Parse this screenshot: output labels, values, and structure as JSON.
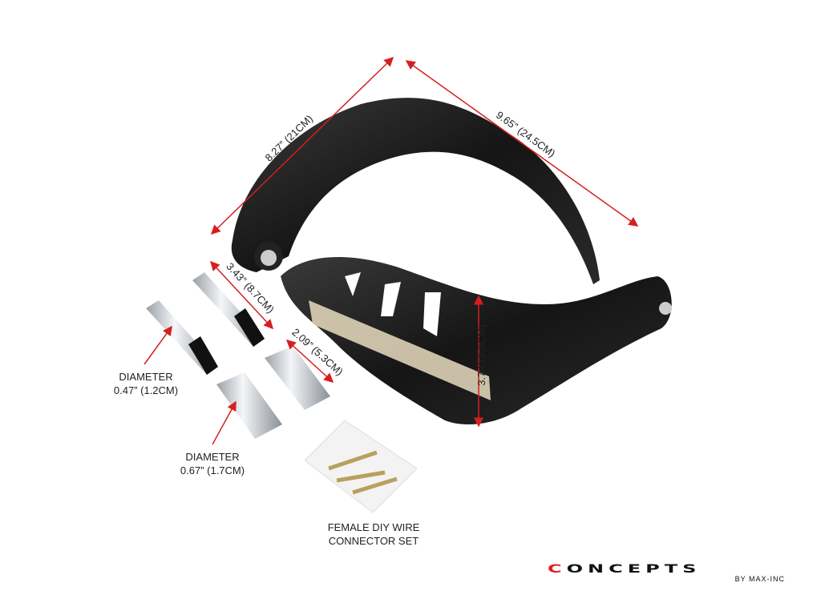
{
  "dimensions": {
    "guard_length": "8.27” (21CM)",
    "guard_width": "9.65” (24.5CM)",
    "bolt_length": "3.43” (8.7CM)",
    "sleeve_length": "2.09” (5.3CM)",
    "guard_height": "3.74”(9.5CM)"
  },
  "captions": {
    "bolt_title": "DIAMETER",
    "bolt_diameter": "0.47” (1.2CM)",
    "sleeve_title": "DIAMETER",
    "sleeve_diameter": "0.67” (1.7CM)",
    "connector_line1": "FEMALE DIY WIRE",
    "connector_line2": "CONNECTOR SET"
  },
  "logo": {
    "brand_first": "C",
    "brand_rest": "ONCEPTS",
    "sub": "BY MAX-INC"
  },
  "colors": {
    "arrow": "#d61f1f",
    "logo_accent": "#e01e1e"
  }
}
